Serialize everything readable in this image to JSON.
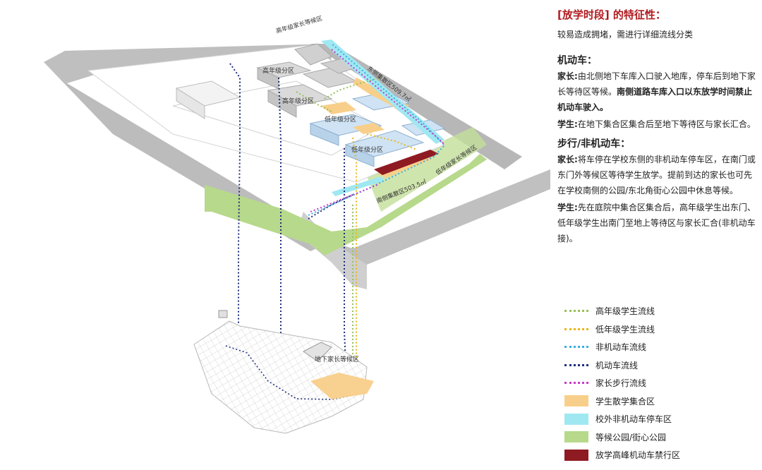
{
  "diagram": {
    "labels": {
      "high_parent_wait": "高年级家长等候区",
      "high_zone_1": "高年级分区",
      "high_zone_2": "高年级分区",
      "low_zone_1": "低年级分区",
      "low_zone_2": "低年级分区",
      "east_gather": "东侧集散区509.7㎡",
      "south_gather": "南侧集散区503.5㎡",
      "low_parent_wait": "低年级家长等候区",
      "underground_wait": "地下家长等候区"
    }
  },
  "panel": {
    "title": "[放学时段] 的特征性：",
    "subtitle": "较易造成拥堵，需进行详细流线分类",
    "motor": {
      "heading": "机动车：",
      "parent_label": "家长:",
      "parent_text": "由北侧地下车库入口驶入地库，停车后到地下家长等待区等候。",
      "parent_bold": "南侧道路车库入口以东放学时间禁止机动车驶入。",
      "student_label": "学生:",
      "student_text": "在地下集合区集合后至地下等待区与家长汇合。"
    },
    "walk": {
      "heading": "步行/非机动车：",
      "parent_label": "家长:",
      "parent_text": "将车停在学校东侧的非机动车停车区，在南门或东门外等候区等待学生放学。提前到达的家长也可先在学校南侧的公园/东北角街心公园中休息等候。",
      "student_label": "学生:",
      "student_text": "先在庭院中集合区集合后，高年级学生出东门、低年级学生出南门至地上等待区与家长汇合(非机动车接)。"
    }
  },
  "legend": {
    "items": [
      {
        "label": "高年级学生流线",
        "kind": "line",
        "color": "#9bc15a"
      },
      {
        "label": "低年级学生流线",
        "kind": "line",
        "color": "#e6b820"
      },
      {
        "label": "非机动车流线",
        "kind": "line",
        "color": "#3ab0e0"
      },
      {
        "label": "机动车流线",
        "kind": "line",
        "color": "#1f2f7a"
      },
      {
        "label": "家长步行流线",
        "kind": "line",
        "color": "#c83cc8"
      },
      {
        "label": "学生散学集合区",
        "kind": "box",
        "color": "#f8cf8a"
      },
      {
        "label": "校外非机动车停车区",
        "kind": "box",
        "color": "#9fe8f2"
      },
      {
        "label": "等候公园/街心公园",
        "kind": "box",
        "color": "#b7d98b"
      },
      {
        "label": "放学高峰机动车禁行区",
        "kind": "box",
        "color": "#8e1a22"
      }
    ]
  }
}
